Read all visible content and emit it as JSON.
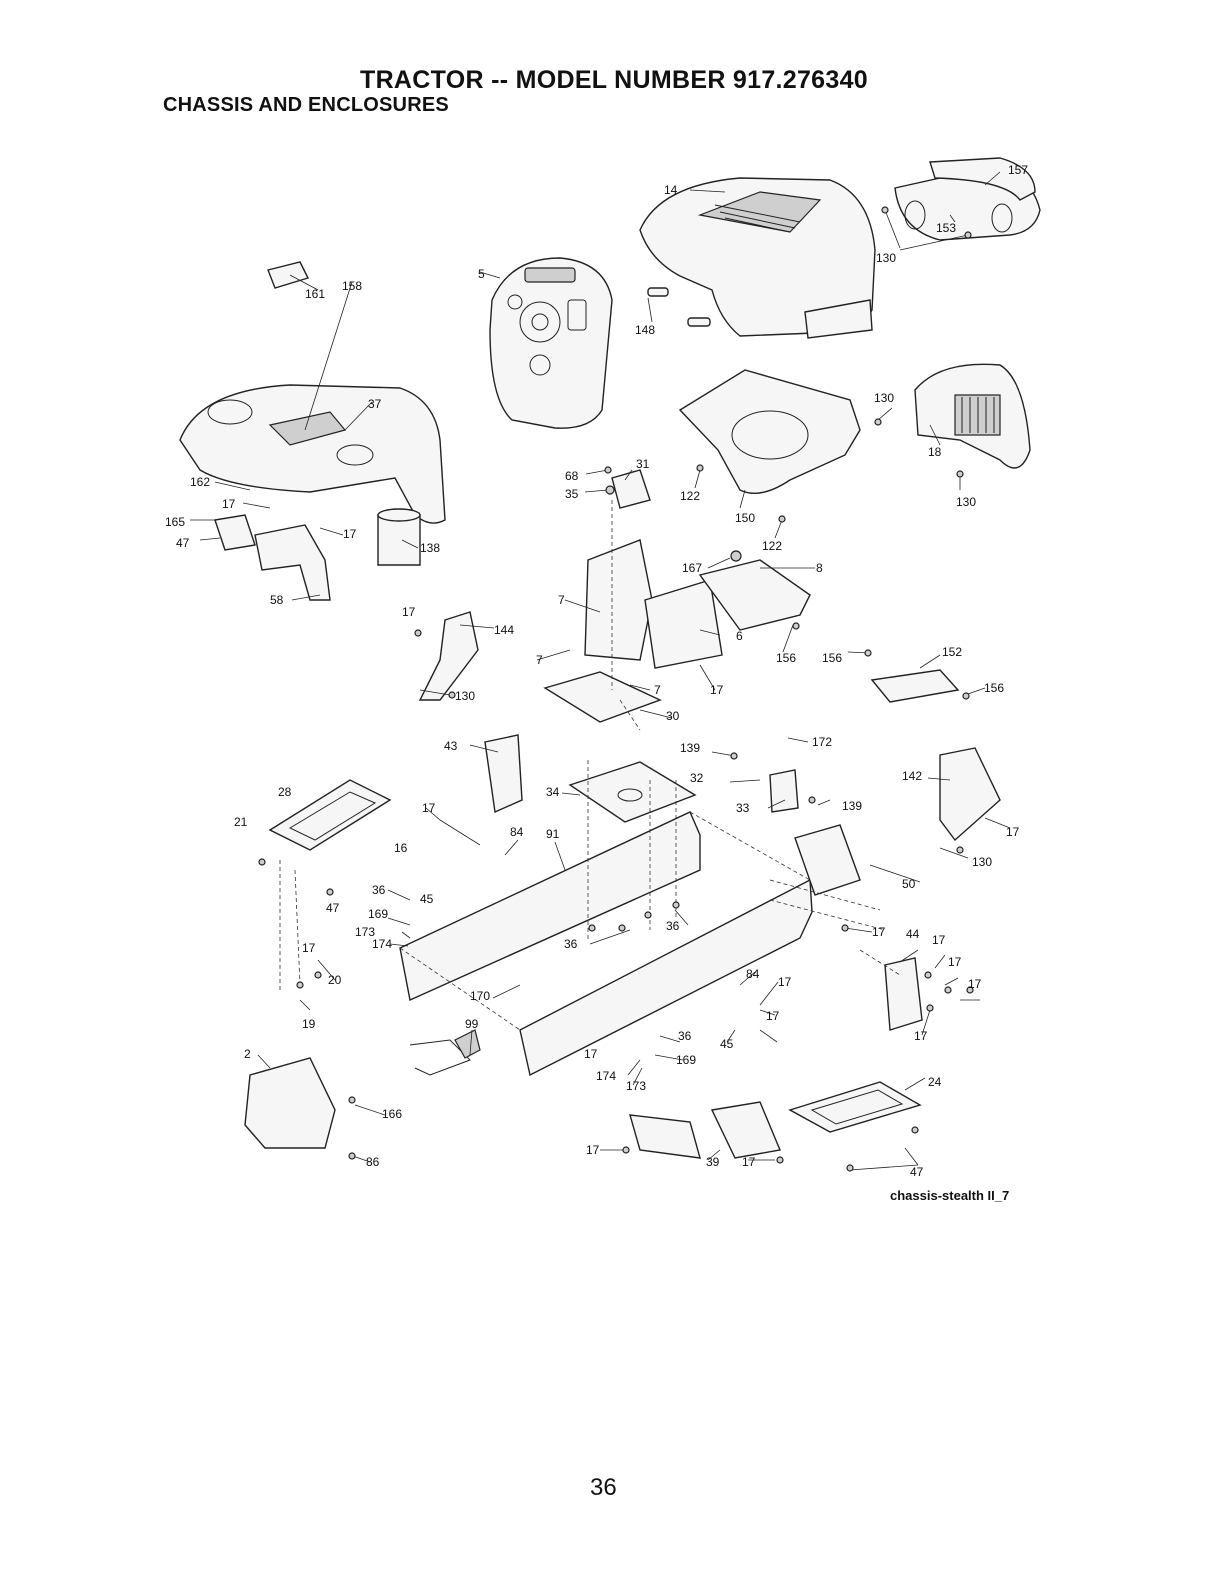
{
  "header": {
    "title": "TRACTOR -- MODEL NUMBER 917.276340",
    "subtitle": "CHASSIS AND ENCLOSURES"
  },
  "diagram": {
    "caption": "chassis-stealth II_7",
    "part_labels": [
      "14",
      "157",
      "153",
      "130",
      "148",
      "5",
      "161",
      "158",
      "37",
      "130",
      "18",
      "130",
      "162",
      "17",
      "165",
      "47",
      "17",
      "138",
      "68",
      "35",
      "31",
      "122",
      "150",
      "122",
      "58",
      "167",
      "8",
      "17",
      "144",
      "7",
      "6",
      "7",
      "156",
      "156",
      "152",
      "156",
      "130",
      "7",
      "17",
      "30",
      "43",
      "139",
      "172",
      "142",
      "28",
      "17",
      "34",
      "32",
      "33",
      "139",
      "21",
      "84",
      "91",
      "17",
      "16",
      "50",
      "36",
      "169",
      "45",
      "17",
      "44",
      "17",
      "47",
      "173",
      "174",
      "36",
      "36",
      "17",
      "17",
      "17",
      "20",
      "170",
      "84",
      "17",
      "17",
      "19",
      "99",
      "36",
      "169",
      "45",
      "17",
      "17",
      "2",
      "174",
      "173",
      "24",
      "166",
      "17",
      "39",
      "17",
      "86",
      "47",
      "130"
    ]
  },
  "footer": {
    "page_number": "36"
  }
}
